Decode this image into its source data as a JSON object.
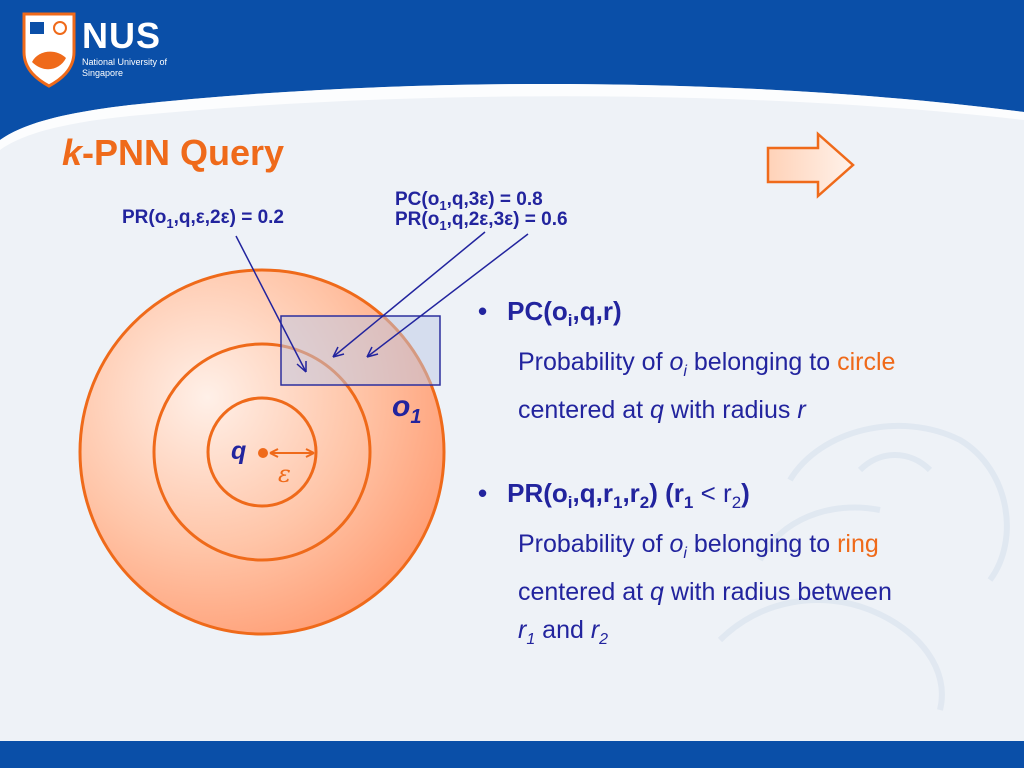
{
  "header": {
    "logo_name": "NUS",
    "logo_subtitle": "National University of Singapore"
  },
  "title": {
    "italic": "k",
    "rest": "-PNN Query"
  },
  "labels": {
    "pr_left": {
      "pre": "PR(o",
      "sub": "1",
      "post": ",q,ε,2ε) = 0.2"
    },
    "pc_top": {
      "pre": "PC(o",
      "sub": "1",
      "post": ",q,3ε) = 0.8"
    },
    "pr_right": {
      "pre": "PR(o",
      "sub": "1",
      "post": ",q,2ε,3ε) = 0.6"
    }
  },
  "diagram": {
    "object_label": {
      "main": "o",
      "sub": "1"
    },
    "center_label": "q",
    "epsilon_label": "ε"
  },
  "bullets": [
    {
      "marker": "•",
      "title": {
        "a": "PC(o",
        "sub1": "i",
        "b": ",q,r)"
      },
      "desc": {
        "l1_a": "Probability of ",
        "l1_oi": "o",
        "l1_sub": "i",
        "l1_b": " belonging to ",
        "l1_hl": "circle",
        "l2_a": "centered at ",
        "l2_q": "q",
        "l2_b": " with radius ",
        "l2_r": "r"
      }
    },
    {
      "marker": "•",
      "title": {
        "a": "PR(o",
        "sub1": "i",
        "b": ",q,r",
        "sub2": "1",
        "c": ",r",
        "sub3": "2",
        "d": ")  (r",
        "sub4": "1",
        "e": " < ",
        "f": "r",
        "sub5": "2",
        "g": ")"
      },
      "desc": {
        "l1_a": "Probability of ",
        "l1_oi": "o",
        "l1_sub": "i",
        "l1_b": " belonging to ",
        "l1_hl": "ring",
        "l2_a": "centered at ",
        "l2_q": "q",
        "l2_b": " with radius between",
        "l3_r1": "r",
        "l3_sub1": "1",
        "l3_and": " and ",
        "l3_r2": "r",
        "l3_sub2": "2"
      }
    }
  ],
  "colors": {
    "brand_blue": "#0a4fa8",
    "accent_orange": "#ef6a1a",
    "text_blue": "#22249e"
  }
}
